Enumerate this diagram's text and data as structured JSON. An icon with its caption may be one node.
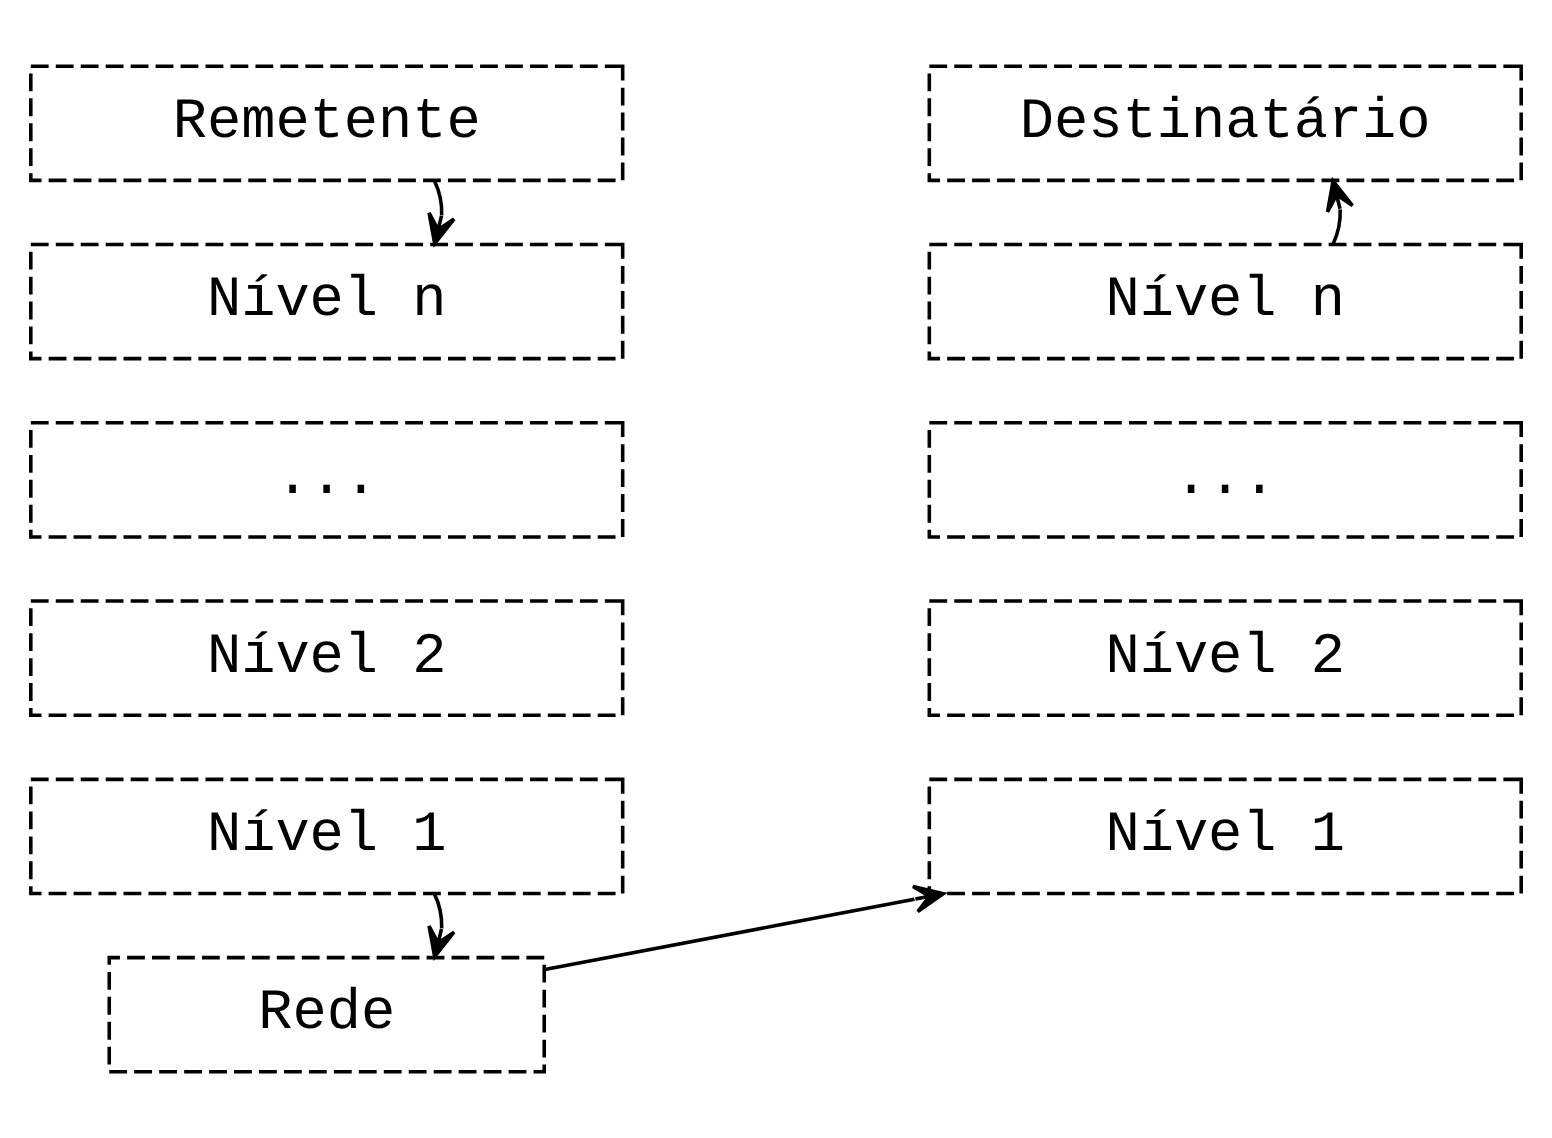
{
  "diagram": {
    "nodes": [
      {
        "text": [
          "Remetente"
        ]
      },
      {
        "text": [
          "Destinatário"
        ]
      },
      {
        "text": [
          "Nível n"
        ]
      },
      {
        "text": [
          "..."
        ]
      },
      {
        "text": [
          "Nível 2"
        ]
      },
      {
        "text": [
          "Nível 1"
        ]
      },
      {
        "text": [
          "Nível n"
        ]
      },
      {
        "text": [
          "..."
        ]
      },
      {
        "text": [
          "Nível 2"
        ]
      },
      {
        "text": [
          "Nível 1"
        ]
      },
      {
        "text": [
          "Rede"
        ]
      }
    ],
    "edges": [
      {
        "from": 0,
        "to": 2,
        "arrow": "to"
      },
      {
        "from": 6,
        "to": 1,
        "arrow": "to"
      },
      {
        "from": 5,
        "to": 10,
        "arrow": "to"
      },
      {
        "from": 10,
        "to": 9,
        "arrow": "to"
      }
    ]
  }
}
